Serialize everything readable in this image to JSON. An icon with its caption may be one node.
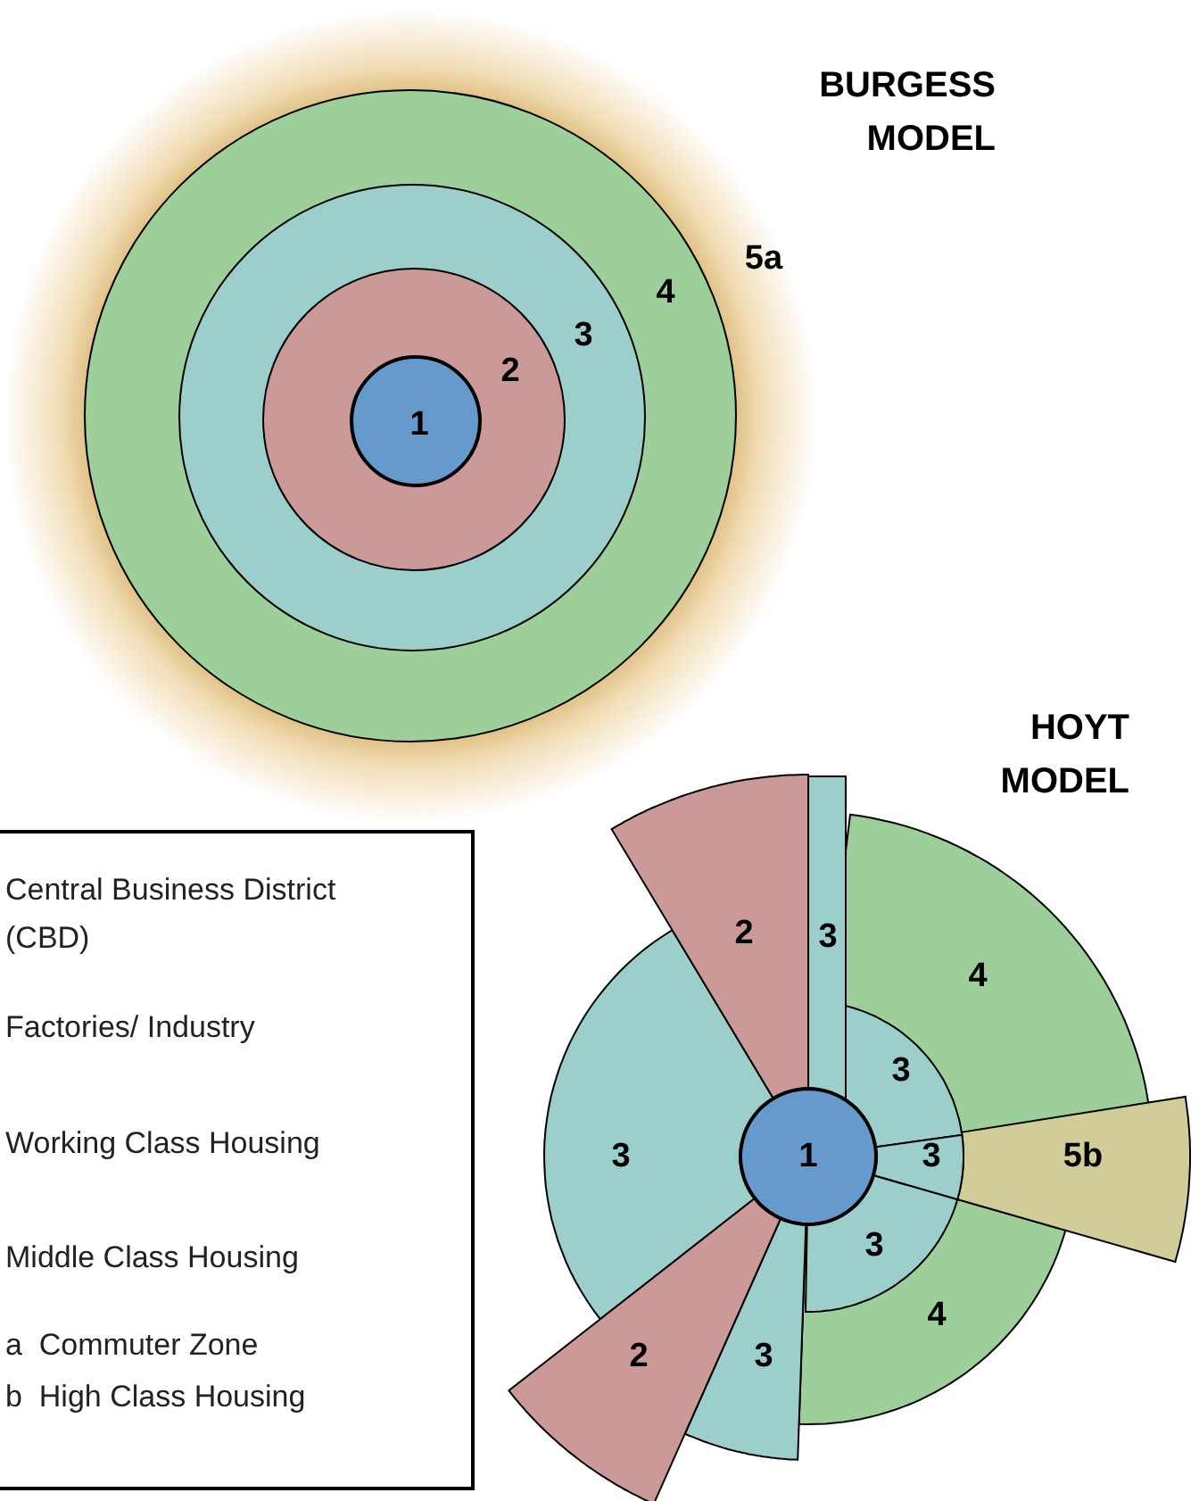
{
  "diagram": {
    "nodes": [
      {
        "text": [
          "5a"
        ]
      },
      {
        "text": [
          "4"
        ],
        "in": 0
      },
      {
        "text": [
          "3"
        ],
        "in": 1
      },
      {
        "text": [
          "2"
        ],
        "in": 2
      },
      {
        "text": [
          "1"
        ],
        "in": 3
      },
      {
        "text": [
          "1"
        ]
      },
      {
        "text": [
          "2"
        ]
      },
      {
        "text": [
          "3"
        ]
      },
      {
        "text": [
          "4"
        ]
      },
      {
        "text": [
          "3"
        ],
        "in": 8
      },
      {
        "text": [
          "3"
        ]
      },
      {
        "text": [
          "5b"
        ]
      },
      {
        "text": [
          "3"
        ],
        "in": 13
      },
      {
        "text": [
          "4"
        ]
      },
      {
        "text": [
          "3"
        ]
      },
      {
        "text": [
          "2"
        ]
      },
      {
        "text": [
          "3"
        ]
      },
      {
        "text": [
          "Central Business District (CBD)",
          "Factories/ Industry",
          "Working Class Housing",
          "Middle Class Housing",
          "a  Commuter Zone",
          "b  High Class Housing"
        ]
      }
    ],
    "labels": [
      "BURGESS MODEL",
      "HOYT MODEL"
    ]
  }
}
